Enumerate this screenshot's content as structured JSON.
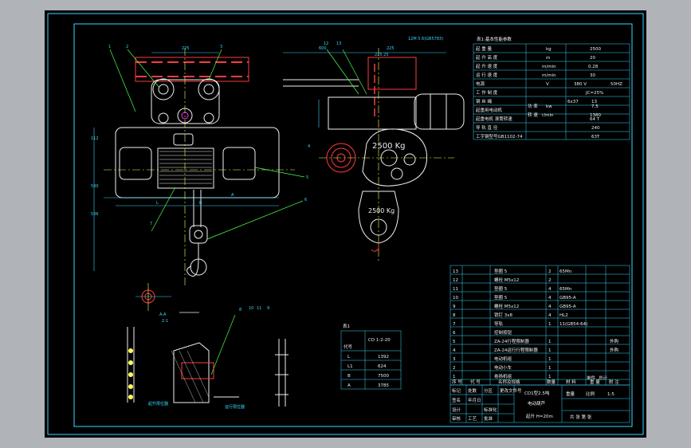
{
  "params_table": {
    "title": "表1:基本性能参数",
    "rows": [
      {
        "name": "起 重 量",
        "unit": "kg",
        "value": "2500"
      },
      {
        "name": "起 升 高 度",
        "unit": "m",
        "value": "20"
      },
      {
        "name": "起 升 速 度",
        "unit": "m/min",
        "value": "0.28"
      },
      {
        "name": "运 行 速 度",
        "unit": "m/min",
        "value": "30"
      },
      {
        "name": "电源",
        "unit": "V",
        "value": "380 V",
        "value2": "50HZ"
      },
      {
        "name": "工 作 制 度",
        "unit": "",
        "value": "JC=25%"
      },
      {
        "name": "钢 丝 绳",
        "unit": "",
        "value": "6x37",
        "value2": "13"
      },
      {
        "name": "起重用电动机",
        "sub1": "功 率",
        "sub1_unit": "kw",
        "sub1_value": "7.5",
        "sub2": "转 速",
        "sub2_unit": "r/min",
        "sub2_value": "1380"
      },
      {
        "name": "起重电机 滚筒转速",
        "unit": "",
        "value": "64 T"
      },
      {
        "name": "导 轨 直 径",
        "unit": "",
        "value": "240"
      },
      {
        "name": "工字钢型号GB1102-74",
        "unit": "",
        "value": "63T"
      }
    ]
  },
  "dims_table": {
    "title": "表1",
    "header_left": "代号",
    "header_right": "CD 1-2-20",
    "rows": [
      {
        "k": "L",
        "v": "1392"
      },
      {
        "k": "L1",
        "v": "624"
      },
      {
        "k": "B",
        "v": "7500"
      },
      {
        "k": "A",
        "v": "3785"
      }
    ]
  },
  "parts_list": {
    "rows": [
      {
        "no": "13",
        "name": "垫圈 5",
        "qty": "2",
        "note": "65Mn"
      },
      {
        "no": "12",
        "name": "螺栓 M5x12",
        "qty": "2",
        "note": ""
      },
      {
        "no": "11",
        "name": "垫圈 5",
        "qty": "4",
        "note": "65Mn"
      },
      {
        "no": "10",
        "name": "垫圈 5",
        "qty": "4",
        "note": "GB95-A"
      },
      {
        "no": "9",
        "name": "螺栓 M5x12",
        "qty": "4",
        "note": "GB95-A"
      },
      {
        "no": "8",
        "name": "销钉 3x8",
        "qty": "4",
        "note": "HL2"
      },
      {
        "no": "7",
        "name": "导轨",
        "qty": "1",
        "note": "11(GB54-64)"
      },
      {
        "no": "6",
        "name": "控制按钮",
        "qty": "",
        "note": ""
      },
      {
        "no": "5",
        "name": "ZA-24行程限制器",
        "qty": "1",
        "note": "",
        "extra": "外购"
      },
      {
        "no": "4",
        "name": "ZA-24运行行程限制器",
        "qty": "1",
        "note": "",
        "extra": "外购"
      },
      {
        "no": "3",
        "name": "电动机组",
        "qty": "1",
        "note": ""
      },
      {
        "no": "2",
        "name": "电动小车",
        "qty": "1",
        "note": ""
      },
      {
        "no": "1",
        "name": "卷扬机组",
        "qty": "1",
        "note": ""
      }
    ],
    "header": {
      "no": "序 号",
      "code": "代 号",
      "name": "名称及规格",
      "qty": "数量",
      "material": "材 料",
      "single": "单件",
      "total": "总计",
      "weight": "重 量",
      "note": "附 注"
    }
  },
  "title_block": {
    "drawing_no": "CD1型2.5吨",
    "drawing_name": "电动葫芦",
    "spec": "起升 H=20m",
    "labels": [
      "标记",
      "处数",
      "分区",
      "更改文件号",
      "签名",
      "年月日",
      "设计",
      "标准化",
      "审核",
      "工艺",
      "批准"
    ],
    "scale_label": "比例",
    "scale": "1:5",
    "weight_label": "重量",
    "sheet": "共 张 第 张"
  },
  "drawing": {
    "capacity_label_1": "2500 Kg",
    "capacity_label_2": "2500 Kg",
    "section_label": "A-A",
    "section_scale": "2:1",
    "detail_label_1": "起升限位器",
    "detail_label_2": "运行限位器",
    "dim_top_left": "225",
    "dim_top_right": "225",
    "dim_right_1": "12M 5.6(GB5783)",
    "dim_right_2": "600",
    "dim_right_3": "225 25",
    "dim_A": "A",
    "dim_B": "B",
    "dim_L": "L",
    "side_dim_1": "112",
    "side_dim_2": "530",
    "side_dim_3": "536",
    "callouts": [
      "1",
      "2",
      "3",
      "4",
      "5",
      "6",
      "7",
      "8",
      "9",
      "10",
      "11",
      "12",
      "13"
    ]
  },
  "colors": {
    "frame": "#39d8ff",
    "geometry": "#f0f0f0",
    "leaders": "#4cff4c",
    "rail": "#ff3b3b",
    "center": "#ffff55",
    "magenta": "#ff33ff"
  }
}
